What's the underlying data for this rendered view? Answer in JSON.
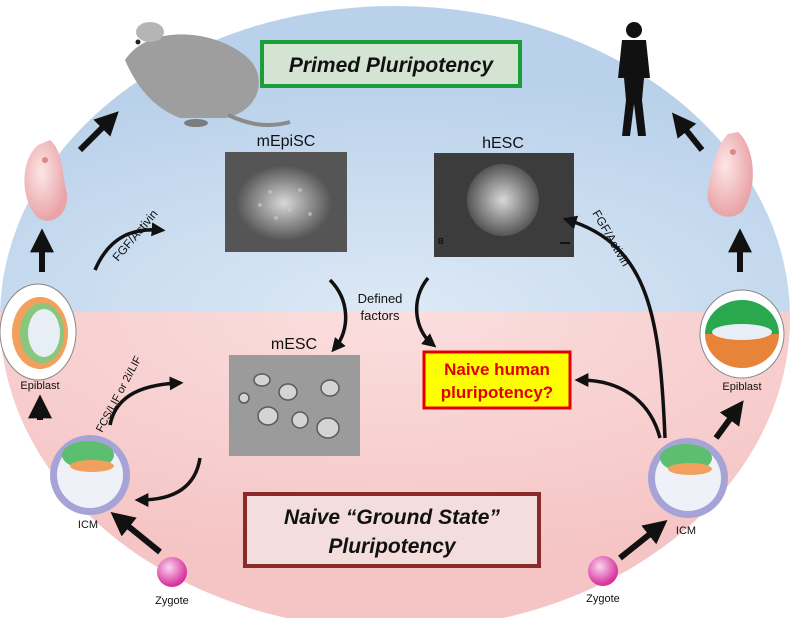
{
  "titles": {
    "primed": "Primed Pluripotency",
    "naive_line1": "Naive “Ground State”",
    "naive_line2": "Pluripotency",
    "question_line1": "Naive human",
    "question_line2": "pluripotency?"
  },
  "cells": {
    "mepisc": "mEpiSC",
    "hesc": "hESC",
    "mesc": "mESC",
    "hesc_marker": "B"
  },
  "arrows": {
    "fgf_left": "FGF/Activin",
    "fgf_right": "FGF/Activin",
    "fcs_lif": "FCS/LIF or 2i/LIF",
    "defined_line1": "Defined",
    "defined_line2": "factors"
  },
  "stages": {
    "epiblast_left": "Epiblast",
    "epiblast_right": "Epiblast",
    "icm_left": "ICM",
    "icm_right": "ICM",
    "zygote_left": "Zygote",
    "zygote_right": "Zygote"
  },
  "colors": {
    "primed_bg": "#c9dcef",
    "naive_bg": "#f7cfcf",
    "primed_border": "#1a9e3a",
    "naive_border": "#8b2a2a",
    "question_border": "#e00000",
    "question_fill": "#ffff00",
    "question_text": "#e00000"
  }
}
